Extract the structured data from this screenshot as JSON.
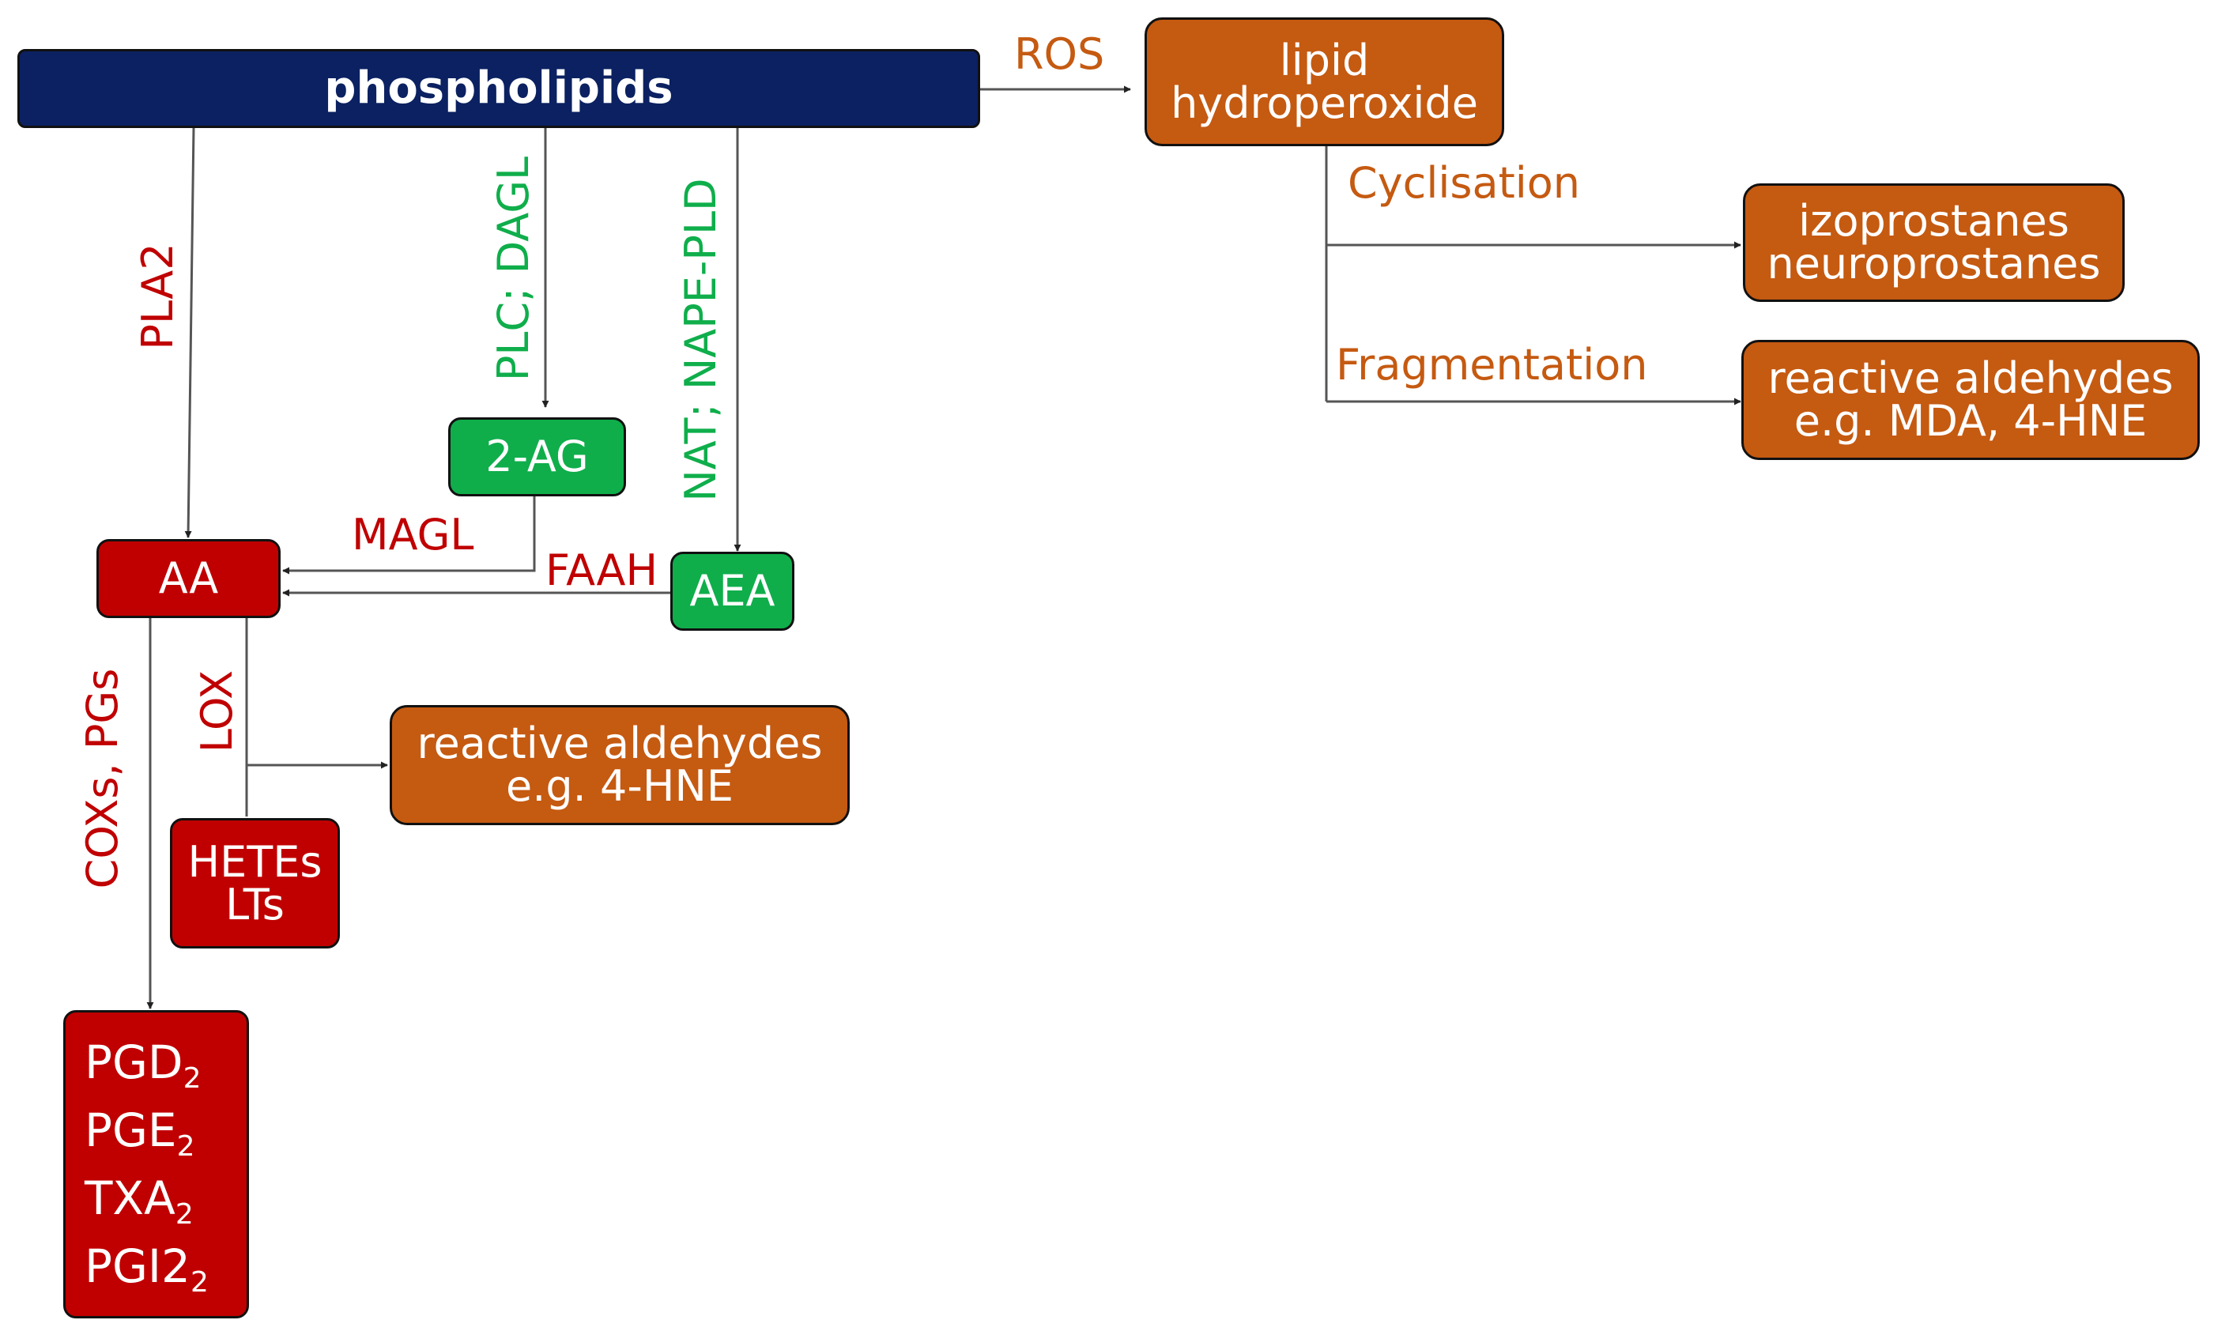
{
  "nodes": {
    "phospholipids": "phospholipids",
    "lipid_hydroperoxide": [
      "lipid",
      "hydroperoxide"
    ],
    "izoprostanes": [
      "izoprostanes",
      "neuroprostanes"
    ],
    "reactive_aldehydes_mda": [
      "reactive aldehydes",
      "e.g. MDA, 4-HNE"
    ],
    "two_ag": "2-AG",
    "aa": "AA",
    "aea": "AEA",
    "reactive_aldehydes_hne": [
      "reactive aldehydes",
      "e.g. 4-HNE"
    ],
    "hetes_lts": [
      "HETEs",
      "LTs"
    ],
    "prostanoids": [
      {
        "base": "PGD",
        "sub": "2"
      },
      {
        "base": "PGE",
        "sub": "2"
      },
      {
        "base": "TXA",
        "sub": "2"
      },
      {
        "base": "PGI2",
        "sub": "2"
      }
    ]
  },
  "labels": {
    "ros": "ROS",
    "cyclisation": "Cyclisation",
    "fragmentation": "Fragmentation",
    "pla2": "PLA2",
    "plc_dagl": "PLC; DAGL",
    "nat_nape_pld": "NAT; NAPE-PLD",
    "magl": "MAGL",
    "faah": "FAAH",
    "lox": "LOX",
    "coxs_pgs": "COXs, PGs"
  },
  "colors": {
    "navy": "#0b2161",
    "green": "#0fae4b",
    "red": "#c00000",
    "orange": "#c55a11"
  }
}
